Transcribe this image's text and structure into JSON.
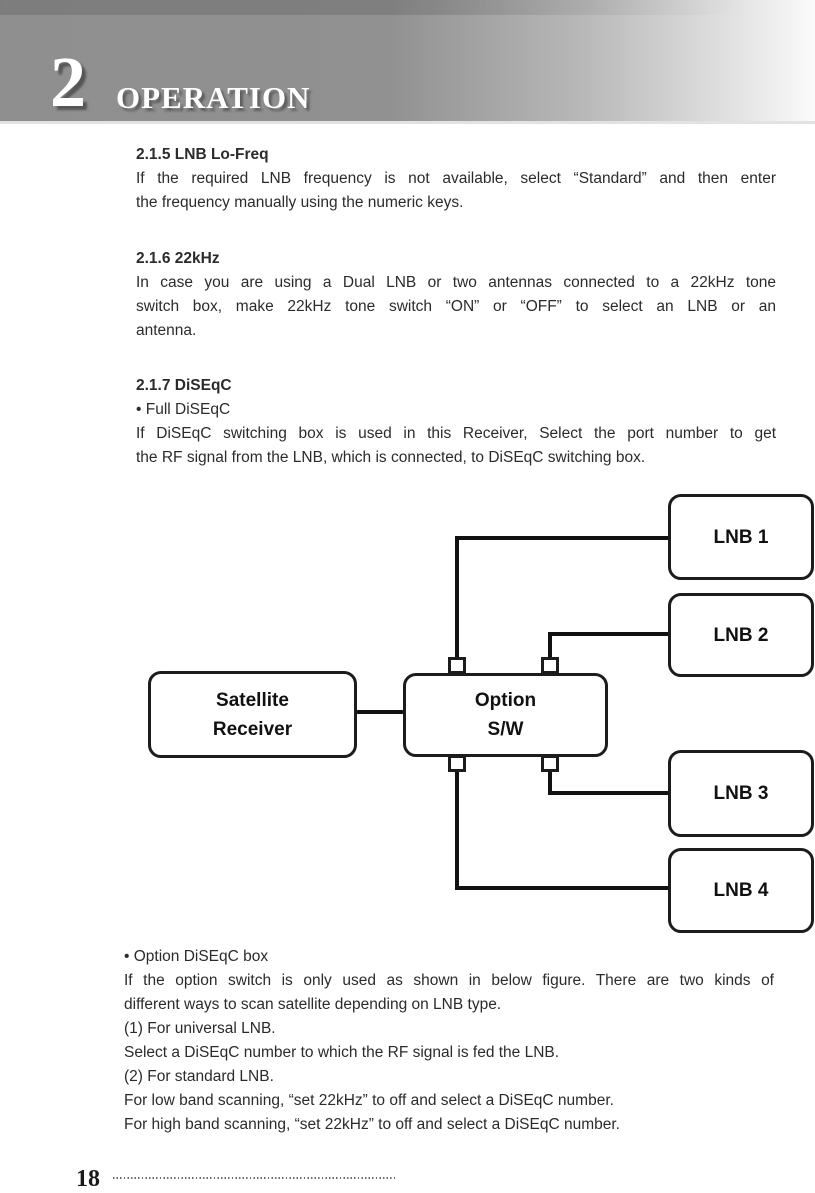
{
  "page": {
    "chapter_number": "2",
    "chapter_title": "OPERATION",
    "page_number": "18"
  },
  "colors": {
    "header_gray": "#8f8f8f",
    "text_ink": "#2b2b2b",
    "diagram_line": "#111111"
  },
  "sections": [
    {
      "heading": "2.1.5 LNB Lo-Freq",
      "lines": [
        "If the required LNB frequency is not available, select “Standard” and then enter",
        "the frequency manually using the numeric keys."
      ]
    },
    {
      "heading": "2.1.6 22kHz",
      "lines": [
        "In case you are using a Dual LNB or two antennas connected to a 22kHz tone",
        "switch box, make 22kHz tone switch “ON” or “OFF” to select an LNB or an",
        "antenna."
      ]
    },
    {
      "heading": "2.1.7 DiSEqC",
      "bullet": "• Full DiSEqC",
      "lines": [
        "If DiSEqC switching box is used in this Receiver, Select the port number to get",
        "the RF signal from the LNB, which is connected, to DiSEqC switching box."
      ]
    }
  ],
  "diagram": {
    "nodes": {
      "satellite_receiver": "Satellite\nReceiver",
      "option_sw": "Option\nS/W",
      "lnb1": "LNB 1",
      "lnb2": "LNB 2",
      "lnb3": "LNB 3",
      "lnb4": "LNB 4"
    }
  },
  "notes": {
    "bullet": "• Option DiSEqC box",
    "lines": [
      "If the option switch is only used as shown in below figure. There are two kinds of",
      "different ways to scan satellite depending on LNB type.",
      "(1) For universal LNB.",
      "Select a DiSEqC number to which the RF signal is fed the LNB.",
      "(2) For standard LNB.",
      "For low band scanning, “set 22kHz” to off and select a DiSEqC number.",
      "For high band scanning, “set 22kHz” to off and select a DiSEqC number."
    ]
  }
}
